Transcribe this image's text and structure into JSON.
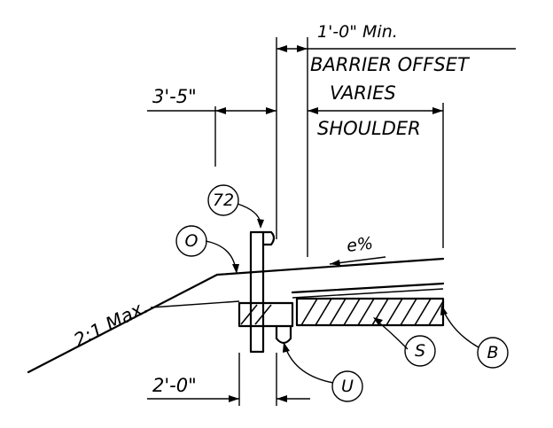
{
  "labels": {
    "barrier_min": "1'-0\" Min.",
    "barrier_offset": "BARRIER OFFSET",
    "varies": "VARIES",
    "shoulder": "SHOULDER",
    "dim_top": "3'-5\"",
    "dim_bottom": "2'-0\"",
    "slope": "2:1 Max.",
    "cross_slope": "e%"
  },
  "callouts": {
    "c72": "72",
    "cO": "O",
    "cS": "S",
    "cB": "B",
    "cU": "U"
  }
}
